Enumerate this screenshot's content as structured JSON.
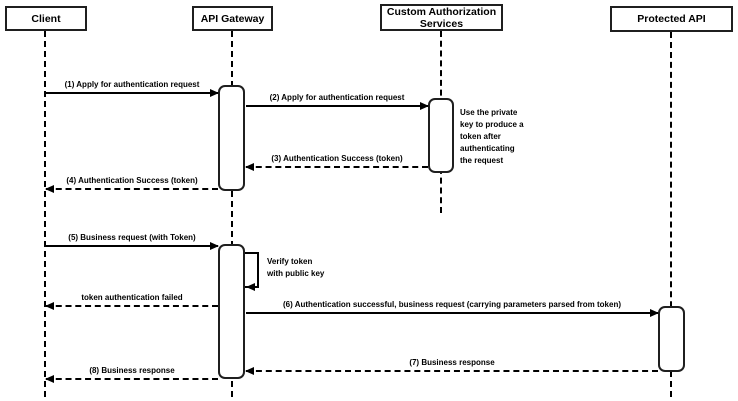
{
  "colors": {
    "stroke": "#1f1f1f",
    "line": "#000000",
    "shape_fill": "#ffffff",
    "background": "#ffffff",
    "text": "#000000"
  },
  "diagram": {
    "type": "sequence-diagram",
    "actors": [
      {
        "label": "Client"
      },
      {
        "label": "API Gateway"
      },
      {
        "label": "Custom Authorization\nServices"
      },
      {
        "label": "Protected API"
      }
    ],
    "messages": [
      {
        "label": "(1) Apply for authentication request",
        "type": "solid",
        "from": "Client",
        "to": "API Gateway"
      },
      {
        "label": "(2) Apply for authentication request",
        "type": "solid",
        "from": "API Gateway",
        "to": "Custom Authorization Services"
      },
      {
        "label": "(3) Authentication Success (token)",
        "type": "dashed",
        "from": "Custom Authorization Services",
        "to": "API Gateway"
      },
      {
        "label": "(4) Authentication Success (token)",
        "type": "dashed",
        "from": "API Gateway",
        "to": "Client"
      },
      {
        "label": "(5) Business request (with Token)",
        "type": "solid",
        "from": "Client",
        "to": "API Gateway"
      },
      {
        "label": "token authentication failed",
        "type": "dashed",
        "from": "API Gateway",
        "to": "Client"
      },
      {
        "label": "(6) Authentication successful, business request (carrying parameters parsed from token)",
        "type": "solid",
        "from": "API Gateway",
        "to": "Protected API"
      },
      {
        "label": "(7) Business response",
        "type": "dashed",
        "from": "Protected API",
        "to": "API Gateway"
      },
      {
        "label": "(8) Business response",
        "type": "dashed",
        "from": "API Gateway",
        "to": "Client"
      }
    ],
    "self_message": {
      "label": "Verify token\nwith public key",
      "actor": "API Gateway"
    },
    "note": {
      "label": "Use the private\nkey to produce a\ntoken after\nauthenticating\nthe request",
      "actor": "Custom Authorization Services"
    }
  }
}
